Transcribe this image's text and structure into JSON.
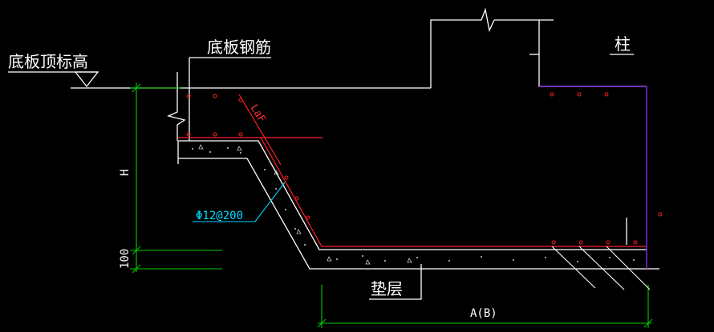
{
  "labels": {
    "slab_top_elevation": "底板顶标高",
    "slab_rebar": "底板钢筋",
    "column": "柱",
    "cushion_layer": "垫层",
    "anchorage_length": "LaF",
    "rebar_spec": "Φ12@200",
    "dim_height": "H",
    "dim_cushion": "100",
    "dim_width": "A(B)"
  },
  "colors": {
    "background": "#000000",
    "structure": "#ffffff",
    "rebar": "#ff2020",
    "dimension": "#00cc00",
    "column": "#8a2be2",
    "annotation": "#00d8ff"
  }
}
